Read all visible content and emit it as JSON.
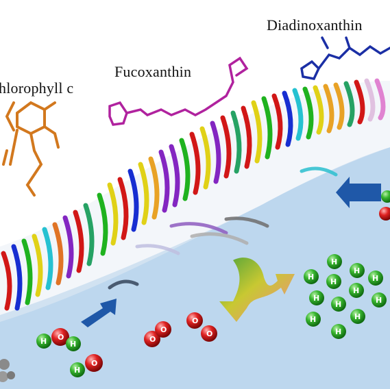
{
  "labels": {
    "chlorophyll": "hlorophyll c",
    "fucoxanthin": "Fucoxanthin",
    "diadinoxanthin": "Diadinoxanthin"
  },
  "atoms": {
    "proton": "H",
    "oxygen": "O"
  },
  "colors": {
    "membrane": "#bdd7ee",
    "chlorophyll": "#d2781e",
    "fucoxanthin": "#b0229e",
    "diadinoxanthin": "#1b2fa5",
    "arrow_blue": "#1f58a8",
    "hydrogen": "#2fa82a",
    "oxygen": "#d41a1a"
  }
}
